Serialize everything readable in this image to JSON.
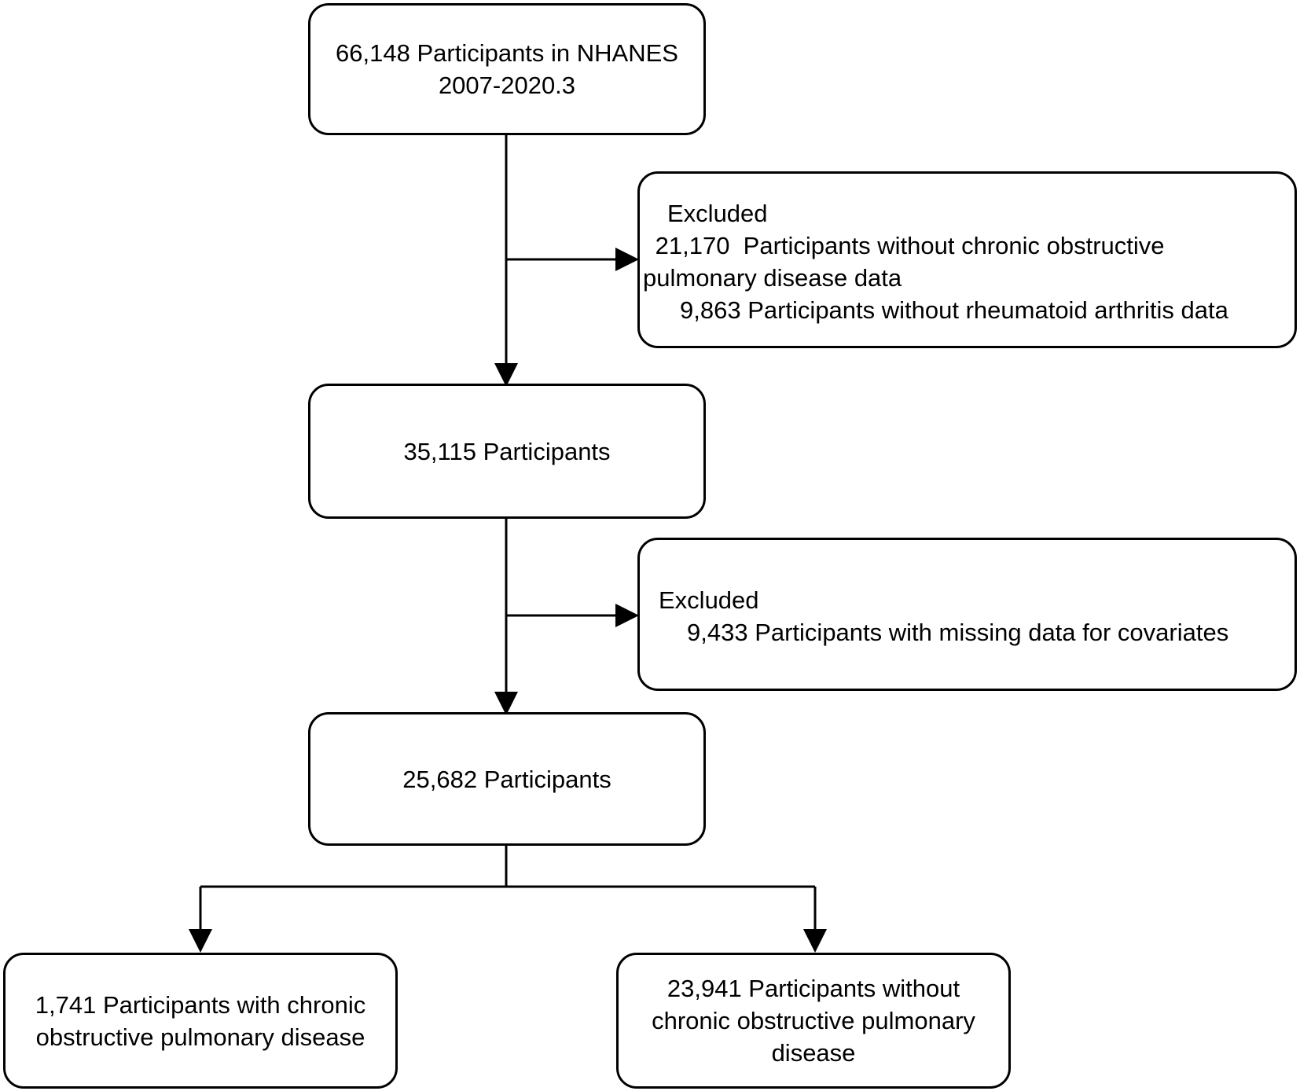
{
  "nodes": {
    "start": {
      "line1": "66,148 Participants in NHANES",
      "line2": "2007-2020.3"
    },
    "exclusion1": {
      "heading": "Excluded",
      "line1": " 21,170  Participants without chronic obstructive",
      "line2": "pulmonary disease data",
      "line3": "9,863  Participants without rheumatoid arthritis data"
    },
    "step2": {
      "line1": "35,115 Participants"
    },
    "exclusion2": {
      "heading": "Excluded",
      "line1": "9,433  Participants with missing data for covariates"
    },
    "step3": {
      "line1": "25,682 Participants"
    },
    "copd": {
      "line1": "1,741 Participants with chronic",
      "line2": "obstructive pulmonary disease"
    },
    "no_copd": {
      "line1": "23,941 Participants without",
      "line2": "chronic obstructive pulmonary",
      "line3": "disease"
    }
  }
}
